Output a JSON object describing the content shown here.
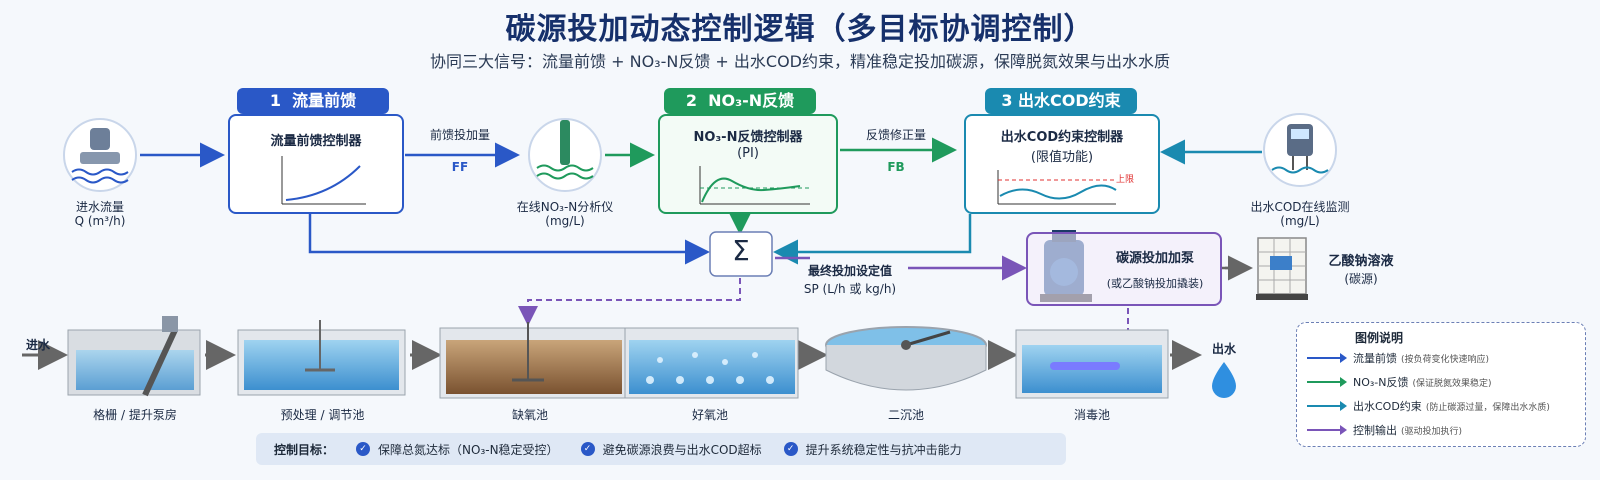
{
  "title": "碳源投加动态控制逻辑（多目标协调控制）",
  "subtitle": "协同三大信号：流量前馈 + NO₃-N反馈 + 出水COD约束，精准稳定投加碳源，保障脱氮效果与出水水质",
  "colors": {
    "blue": "#2a58c7",
    "green": "#1f9a5c",
    "teal": "#1a8ab0",
    "purple": "#7a55b8",
    "navy": "#16306b"
  },
  "tags": [
    {
      "num": "1",
      "label": "流量前馈"
    },
    {
      "num": "2",
      "label": "NO₃-N反馈"
    },
    {
      "num": "3",
      "label": "出水COD约束"
    }
  ],
  "controllers": {
    "ff": {
      "title": "流量前馈控制器",
      "sub": ""
    },
    "fb": {
      "title": "NO₃-N反馈控制器",
      "sub": "(PI)"
    },
    "cod": {
      "title": "出水COD约束控制器",
      "sub": "(限值功能)",
      "limit_label": "上限"
    }
  },
  "inflow": {
    "label": "进水流量",
    "unit": "Q (m³/h)",
    "icon": "flowmeter-icon"
  },
  "no3_analyzer": {
    "label": "在线NO₃-N分析仪",
    "unit": "(mg/L)",
    "icon": "probe-icon"
  },
  "cod_monitor": {
    "label": "出水COD在线监测",
    "unit": "(mg/L)",
    "icon": "cod-monitor-icon"
  },
  "signals": {
    "ff_label": "前馈投加量",
    "ff_code": "FF",
    "fb_label": "反馈修正量",
    "fb_code": "FB"
  },
  "sum_symbol": "Σ",
  "setpoint": {
    "label": "最终投加设定值",
    "unit": "SP (L/h 或 kg/h)"
  },
  "pump": {
    "title": "碳源投加加泵",
    "sub": "(或乙酸钠投加撬装)",
    "icon": "pump-icon"
  },
  "source": {
    "title": "乙酸钠溶液",
    "sub": "(碳源)",
    "icon": "tank-icon"
  },
  "process": {
    "inlet": "进水",
    "outlet": "出水",
    "units": [
      "格栅 / 提升泵房",
      "预处理 / 调节池",
      "缺氧池",
      "好氧池",
      "二沉池",
      "消毒池"
    ]
  },
  "legend": {
    "title": "图例说明",
    "items": [
      {
        "label": "流量前馈",
        "note": "(按负荷变化快速响应)",
        "color": "#2a58c7"
      },
      {
        "label": "NO₃-N反馈",
        "note": "(保证脱氮效果稳定)",
        "color": "#1f9a5c"
      },
      {
        "label": "出水COD约束",
        "note": "(防止碳源过量，保障出水水质)",
        "color": "#1a8ab0"
      },
      {
        "label": "控制输出",
        "note": "(驱动投加执行)",
        "color": "#7a55b8"
      }
    ]
  },
  "goals": {
    "title": "控制目标：",
    "items": [
      "保障总氮达标（NO₃-N稳定受控）",
      "避免碳源浪费与出水COD超标",
      "提升系统稳定性与抗冲击能力"
    ]
  }
}
